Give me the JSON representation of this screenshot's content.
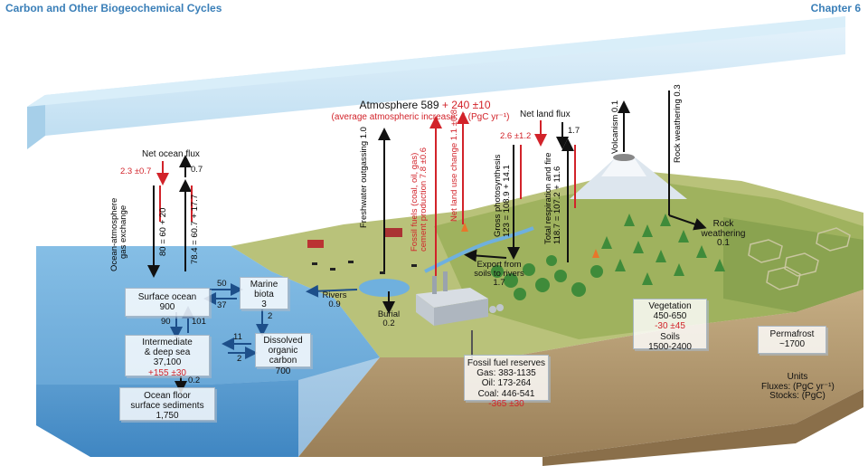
{
  "header": {
    "left": "Carbon and Other Biogeochemical Cycles",
    "right": "Chapter 6"
  },
  "atmosphere": {
    "line1_black": "Atmosphere 589",
    "line1_red": "+ 240 ±10",
    "line2": "(average atmospheric increase: 4 (PgC yr⁻¹)"
  },
  "net_ocean_flux": {
    "title": "Net ocean flux",
    "red_value": "2.3 ±0.7",
    "black_value": "0.7"
  },
  "ocean_atmosphere_exchange": {
    "label_line1": "Ocean-atmosphere",
    "label_line2": "gas exchange",
    "down_value": "80 = 60 + 20",
    "up_value": "78.4 = 60.7 + 17.7"
  },
  "net_land_flux": {
    "title": "Net land flux",
    "red_value": "2.6 ±1.2",
    "black_value": "1.7"
  },
  "vertical_fluxes": {
    "freshwater_outgassing": "Freshwater outgassing 1.0",
    "fossil_fuels_line1": "Fossil fuels (coal, oil, gas)",
    "fossil_fuels_line2": "cement production 7.8 ±0.6",
    "land_use_change": "Net land use change 1.1 ±0.8",
    "gross_photosynthesis_line1": "Gross photosynthesis",
    "gross_photosynthesis_line2": "123 = 108.9 + 14.1",
    "total_respiration_line1": "Total respiration and fire",
    "total_respiration_line2": "118.7 = 107.2 + 11.6",
    "volcanism": "Volcanism 0.1",
    "rock_weathering_vertical": "Rock weathering 0.3"
  },
  "rock_weathering": {
    "line1": "Rock",
    "line2": "weathering",
    "value": "0.1"
  },
  "export_rivers": {
    "line1": "Export from",
    "line2": "soils to rivers",
    "value": "1.7"
  },
  "rivers": {
    "label": "Rivers",
    "value": "0.9"
  },
  "burial": {
    "label": "Burial",
    "value": "0.2"
  },
  "surface_ocean": {
    "label": "Surface ocean",
    "value": "900"
  },
  "marine_biota": {
    "label": "Marine",
    "label2": "biota",
    "value": "3"
  },
  "dissolved_organic": {
    "line1": "Dissolved",
    "line2": "organic",
    "line3": "carbon",
    "value": "700"
  },
  "intermediate_ocean": {
    "line1": "Intermediate",
    "line2": "& deep sea",
    "value": "37,100",
    "red_value": "+155 ±30"
  },
  "ocean_floor": {
    "line1": "Ocean floor",
    "line2": "surface sediments",
    "value": "1,750",
    "flux": "0.2"
  },
  "ocean_fluxes": {
    "sb_to_biota": "50",
    "biota_to_sb": "37",
    "surface_down": "90",
    "deep_up": "101",
    "biota_down": "2",
    "doc_to_deep": "11",
    "deep_to_doc": "2"
  },
  "fossil_reserves": {
    "title": "Fossil fuel reserves",
    "gas": "Gas: 383-1135",
    "oil": "Oil: 173-264",
    "coal": "Coal: 446-541",
    "red_value": "-365 ±30"
  },
  "vegetation": {
    "title": "Vegetation",
    "value": "450-650",
    "red_value": "-30 ±45",
    "soils_label": "Soils",
    "soils_value": "1500-2400"
  },
  "permafrost": {
    "title": "Permafrost",
    "value": "~1700"
  },
  "units": {
    "title": "Units",
    "fluxes": "Fluxes: (PgC yr⁻¹)",
    "stocks": "Stocks: (PgC)"
  },
  "colors": {
    "ocean": "#5ea6d8",
    "atmosphere": "#cfe6f5",
    "land": "#a8b86a",
    "soil": "#b39a72",
    "flux_red": "#d2232a"
  }
}
